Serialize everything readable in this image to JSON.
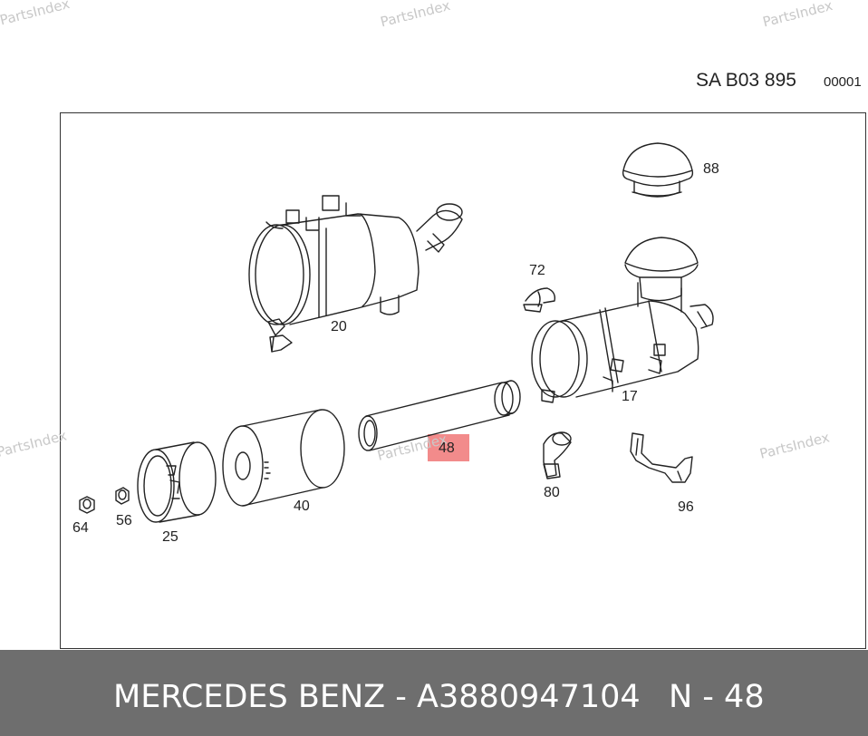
{
  "watermark_text": "PartsIndex",
  "header": {
    "code": "SA B03 895",
    "sequence": "00001"
  },
  "parts": [
    {
      "id": "20",
      "name": "air-filter-housing"
    },
    {
      "id": "88",
      "name": "rain-cap"
    },
    {
      "id": "72",
      "name": "clip"
    },
    {
      "id": "17",
      "name": "air-filter-assembly"
    },
    {
      "id": "48",
      "name": "safety-filter-element",
      "highlighted": true
    },
    {
      "id": "80",
      "name": "elbow"
    },
    {
      "id": "96",
      "name": "bracket"
    },
    {
      "id": "40",
      "name": "filter-element"
    },
    {
      "id": "25",
      "name": "cover"
    },
    {
      "id": "56",
      "name": "nut"
    },
    {
      "id": "64",
      "name": "nut"
    }
  ],
  "footer": {
    "brand_part": "MERCEDES BENZ - A3880947104",
    "position": "N - 48"
  },
  "colors": {
    "highlight": "#f28b8b",
    "footer_bg": "#6e6e6e",
    "line": "#222222"
  }
}
